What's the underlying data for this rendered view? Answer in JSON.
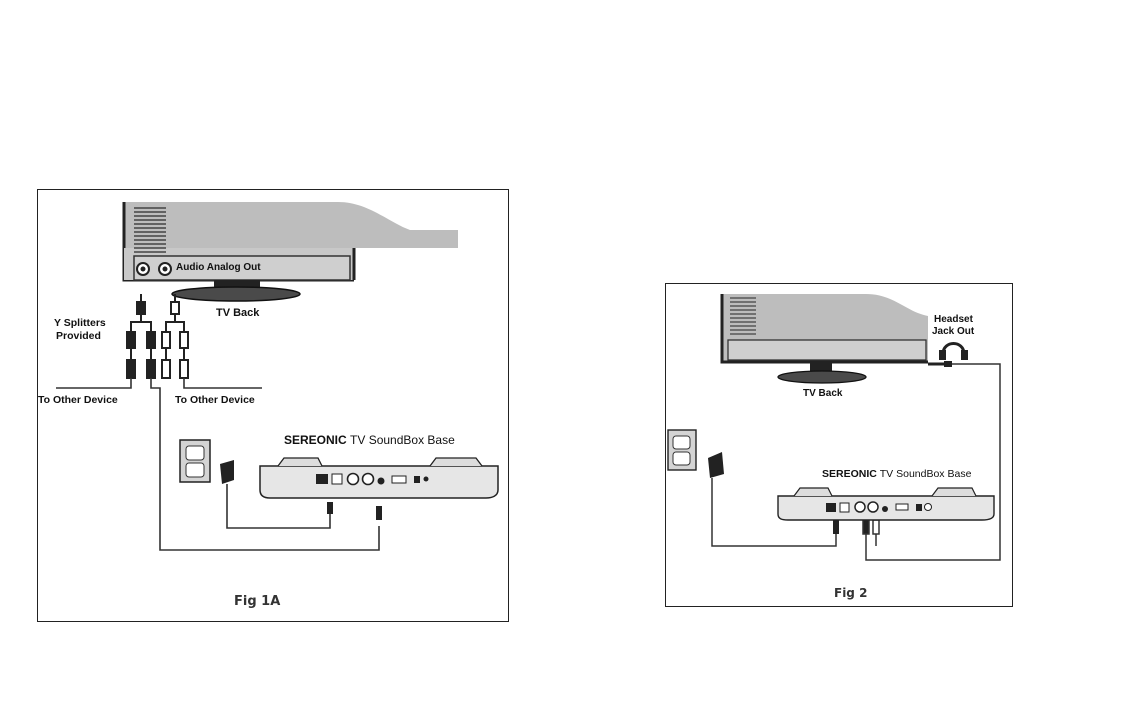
{
  "fig1": {
    "caption": "Fig 1A",
    "tv_port_label": "Audio Analog Out",
    "tv_label": "TV Back",
    "splitter_label_line1": "Y Splitters",
    "splitter_label_line2": "Provided",
    "left_device_label": "To Other Device",
    "right_device_label": "To  Other Device",
    "base_brand": "SEREONIC",
    "base_model": "TV SoundBox Base"
  },
  "fig2": {
    "caption": "Fig 2",
    "headset_line1": "Headset",
    "headset_line2": "Jack Out",
    "tv_label": "TV Back",
    "base_brand": "SEREONIC",
    "base_model": "TV SoundBox Base"
  }
}
